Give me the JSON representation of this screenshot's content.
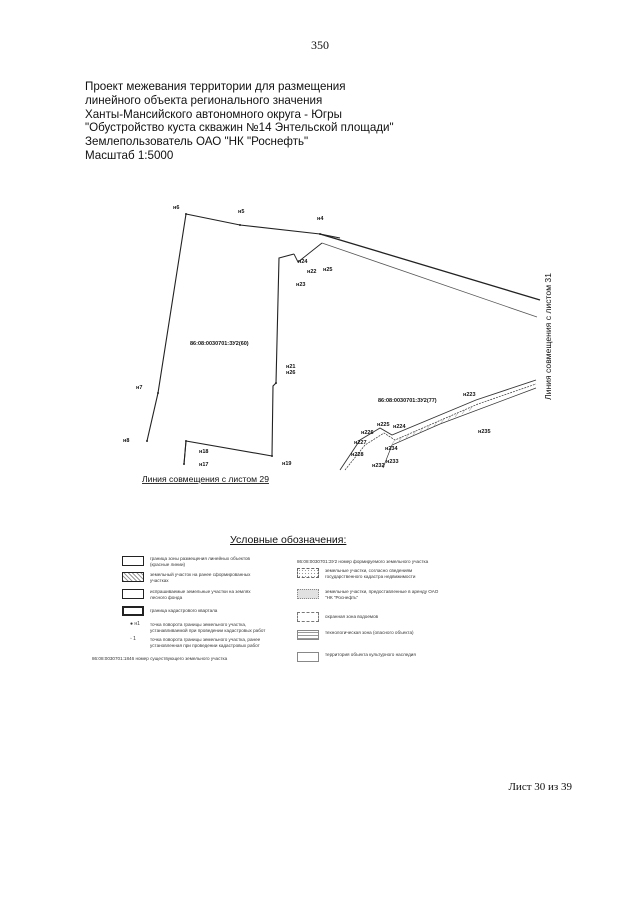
{
  "page_number": "350",
  "title_lines": [
    "Проект межевания территории для размещения",
    "линейного объекта регионального значения",
    "Ханты-Мансийского автономного округа - Югры",
    "\"Обустройство куста скважин №14 Энтельской площади\"",
    "Землепользователь ОАО \"НК \"Роснефть\"",
    "Масштаб 1:5000"
  ],
  "map": {
    "point_labels": [
      "н6",
      "н5",
      "н4",
      "н24",
      "н22",
      "н25",
      "н23",
      "н21",
      "н26",
      "н7",
      "н8",
      "н18",
      "н17",
      "н19",
      "н223",
      "н225",
      "н224",
      "н226",
      "н227",
      "н228",
      "н234",
      "н232",
      "н233",
      "н235"
    ],
    "parcel_labels": [
      "86:08:0030701:ЗУ2(60)",
      "86:08:0030701:ЗУ2(77)"
    ],
    "match_line_left": "Линия совмещения с листом 29",
    "match_line_right": "Линия совмещения с листом 31"
  },
  "legend": {
    "title": "Условные обозначения:",
    "left_items": [
      "граница зоны размещения линейных объектов (красные линии)",
      "земельный участок на ранее сформированных участках",
      "испрашиваемые земельные участки на землях лесного фонда",
      "граница кадастрового квартала",
      "точка поворота границы земельного участка, устанавливаемой при проведении кадастровых работ",
      "точка поворота границы земельного участка, ранее установленная при проведении кадастровых работ"
    ],
    "left_markers": [
      "н1",
      "1"
    ],
    "existing_parcel_code": "86:08:0030701:1846",
    "existing_parcel_text": "номер существующего земельного участка",
    "new_parcel_code": "86:08:0030701:ЗУ2",
    "new_parcel_text": "номер формируемого земельного участка",
    "right_items": [
      "земельные участки, согласно сведениям государственного кадастра недвижимости",
      "земельные участки, предоставленные в аренду ОАО \"НК \"Роснефть\"",
      "охранная зона водоемов",
      "технологическая зона (опасного объекта)",
      "территория объекта культурного наследия"
    ]
  },
  "sheet_label": "Лист 30 из 39"
}
